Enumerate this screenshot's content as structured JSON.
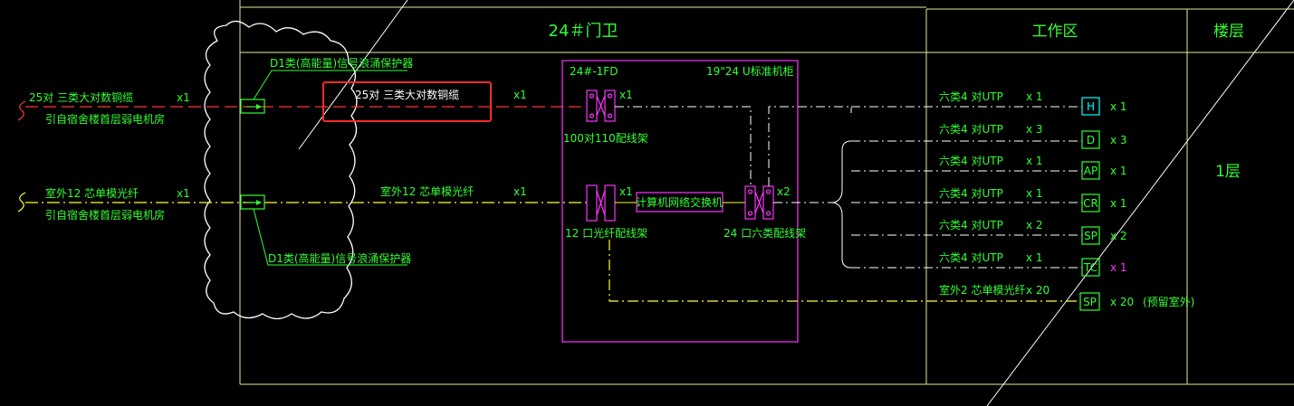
{
  "colors": {
    "background": "#000000",
    "frame": "#e8e8a0",
    "green": "#33ff33",
    "yellow": "#ffff33",
    "red": "#ff3333",
    "magenta": "#ff33ff",
    "white": "#ffffff",
    "cyan": "#00ffff",
    "highlight": "#ff2a2a"
  },
  "header": {
    "building": "24＃门卫",
    "work_area": "工作区",
    "floor": "楼层"
  },
  "floor_label": "1层",
  "left_inputs": {
    "copper_line1": "25对   三类大对数铜缆",
    "copper_line2": "引自宿舍楼首层弱电机房",
    "copper_qty": "x1",
    "fiber_line1": "室外12 芯单模光纤",
    "fiber_line2": "引自宿舍楼首层弱电机房",
    "fiber_qty": "x1"
  },
  "protectors": {
    "top": "D1类(高能量)信号浪涌保护器",
    "bottom": "D1类(高能量)信号浪涌保护器"
  },
  "trunk": {
    "copper_label": "25对   三类大对数铜缆",
    "copper_qty": "x1",
    "fiber_label": "室外12 芯单模光纤",
    "fiber_qty": "x1"
  },
  "cabinet": {
    "title": "24#-1FD",
    "rack": "19\"24 U标准机柜",
    "panel_110": "100对110配线架",
    "panel_110_qty": "x1",
    "fiber_panel": "12 口光纤配线架",
    "fiber_panel_qty": "x1",
    "switch": "计算机网络交换机",
    "cat6_panel": "24 口六类配线架",
    "cat6_panel_qty": "x2"
  },
  "outlets": [
    {
      "cable": "六类4 对UTP",
      "cable_qty": "x 1",
      "code": "H",
      "qty": "x 1",
      "code_color": "#00ffff",
      "qty_color": "#33ff33"
    },
    {
      "cable": "六类4 对UTP",
      "cable_qty": "x 3",
      "code": "D",
      "qty": "x 3",
      "code_color": "#33ff33",
      "qty_color": "#33ff33"
    },
    {
      "cable": "六类4 对UTP",
      "cable_qty": "x 1",
      "code": "AP",
      "qty": "x 1",
      "code_color": "#33ff33",
      "qty_color": "#33ff33"
    },
    {
      "cable": "六类4 对UTP",
      "cable_qty": "x 1",
      "code": "CR",
      "qty": "x 1",
      "code_color": "#33ff33",
      "qty_color": "#33ff33"
    },
    {
      "cable": "六类4 对UTP",
      "cable_qty": "x 2",
      "code": "SP",
      "qty": "x 2",
      "code_color": "#33ff33",
      "qty_color": "#33ff33"
    },
    {
      "cable": "六类4 对UTP",
      "cable_qty": "x 1",
      "code": "TC",
      "qty": "x 1",
      "code_color": "#33ff33",
      "qty_color": "#ff33ff"
    }
  ],
  "outdoor_outlet": {
    "cable": "室外2 芯单模光纤",
    "cable_qty": "x 20",
    "code": "SP",
    "qty": "x 20",
    "note": "(预留室外)"
  }
}
